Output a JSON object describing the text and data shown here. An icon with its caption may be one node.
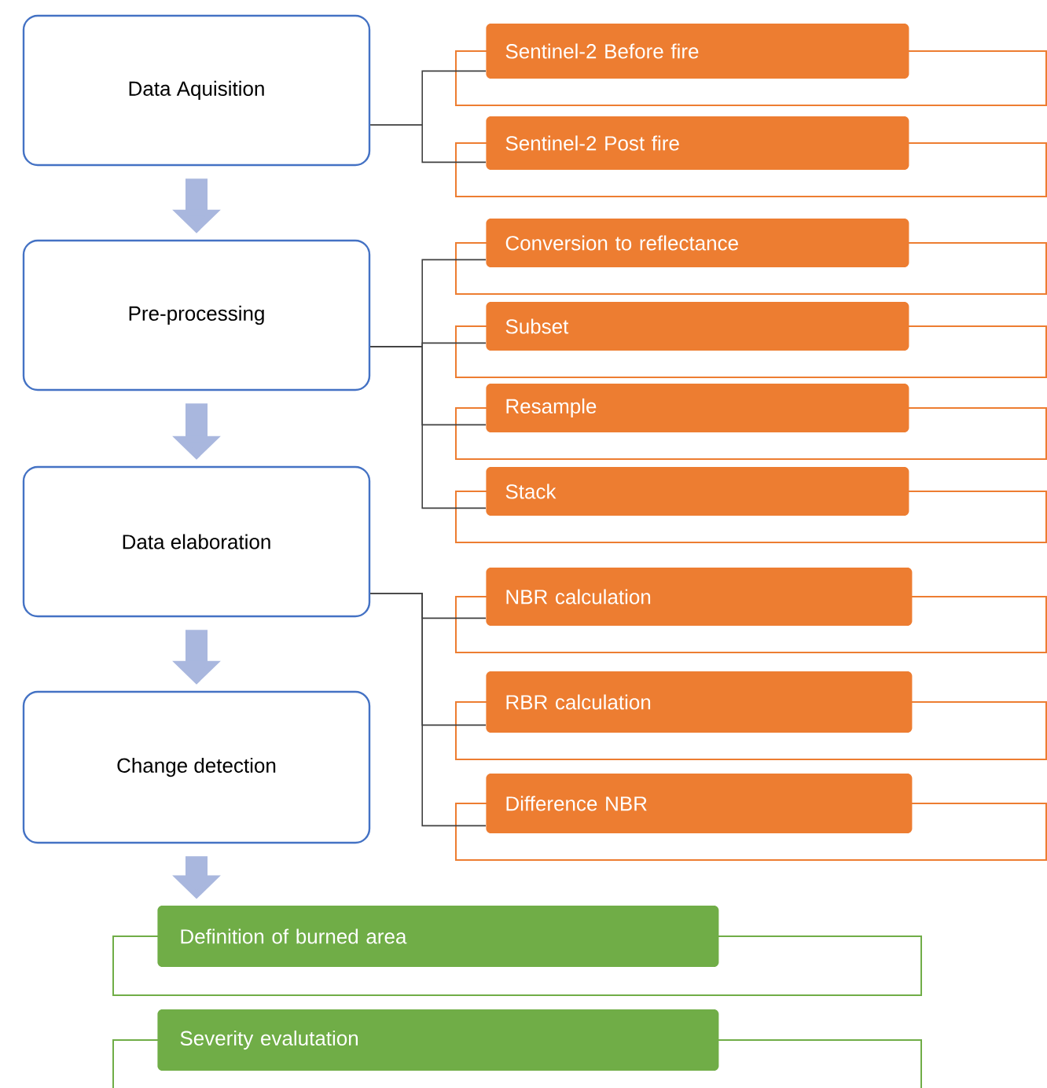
{
  "diagram": {
    "nodes": [
      {
        "text": [
          "Data Aquisition"
        ]
      },
      {
        "text": [
          "Pre-processing"
        ]
      },
      {
        "text": [
          "Data elaboration"
        ]
      },
      {
        "text": [
          "Change detection"
        ]
      },
      {
        "text": [
          "Sentinel-2  Before  fire"
        ]
      },
      {
        "text": [
          "Sentinel-2  Post fire"
        ]
      },
      {
        "text": [
          "Conversion to reflectance"
        ]
      },
      {
        "text": [
          "Subset"
        ]
      },
      {
        "text": [
          "Resample"
        ]
      },
      {
        "text": [
          "Stack"
        ]
      },
      {
        "text": [
          "NBR calculation"
        ]
      },
      {
        "text": [
          "RBR calculation"
        ]
      },
      {
        "text": [
          "Difference NBR"
        ]
      },
      {
        "text": [
          "Definition of burned area"
        ]
      },
      {
        "text": [
          "Severity evalutation"
        ]
      }
    ],
    "edges": [
      {
        "from": 0,
        "to": 1,
        "arrow": "to",
        "style": "thick",
        "color": "#a9b7de"
      },
      {
        "from": 1,
        "to": 2,
        "arrow": "to",
        "style": "thick",
        "color": "#a9b7de"
      },
      {
        "from": 2,
        "to": 3,
        "arrow": "to",
        "style": "thick",
        "color": "#a9b7de"
      },
      {
        "from": 3,
        "to": 13,
        "arrow": "to",
        "style": "thick",
        "color": "#a9b7de"
      },
      {
        "from": 0,
        "to": 4,
        "arrow": "none"
      },
      {
        "from": 0,
        "to": 5,
        "arrow": "none"
      },
      {
        "from": 1,
        "to": 6,
        "arrow": "none"
      },
      {
        "from": 1,
        "to": 7,
        "arrow": "none"
      },
      {
        "from": 1,
        "to": 8,
        "arrow": "none"
      },
      {
        "from": 1,
        "to": 9,
        "arrow": "none"
      },
      {
        "from": 2,
        "to": 10,
        "arrow": "none"
      },
      {
        "from": 2,
        "to": 11,
        "arrow": "none"
      },
      {
        "from": 2,
        "to": 12,
        "arrow": "none"
      }
    ]
  }
}
